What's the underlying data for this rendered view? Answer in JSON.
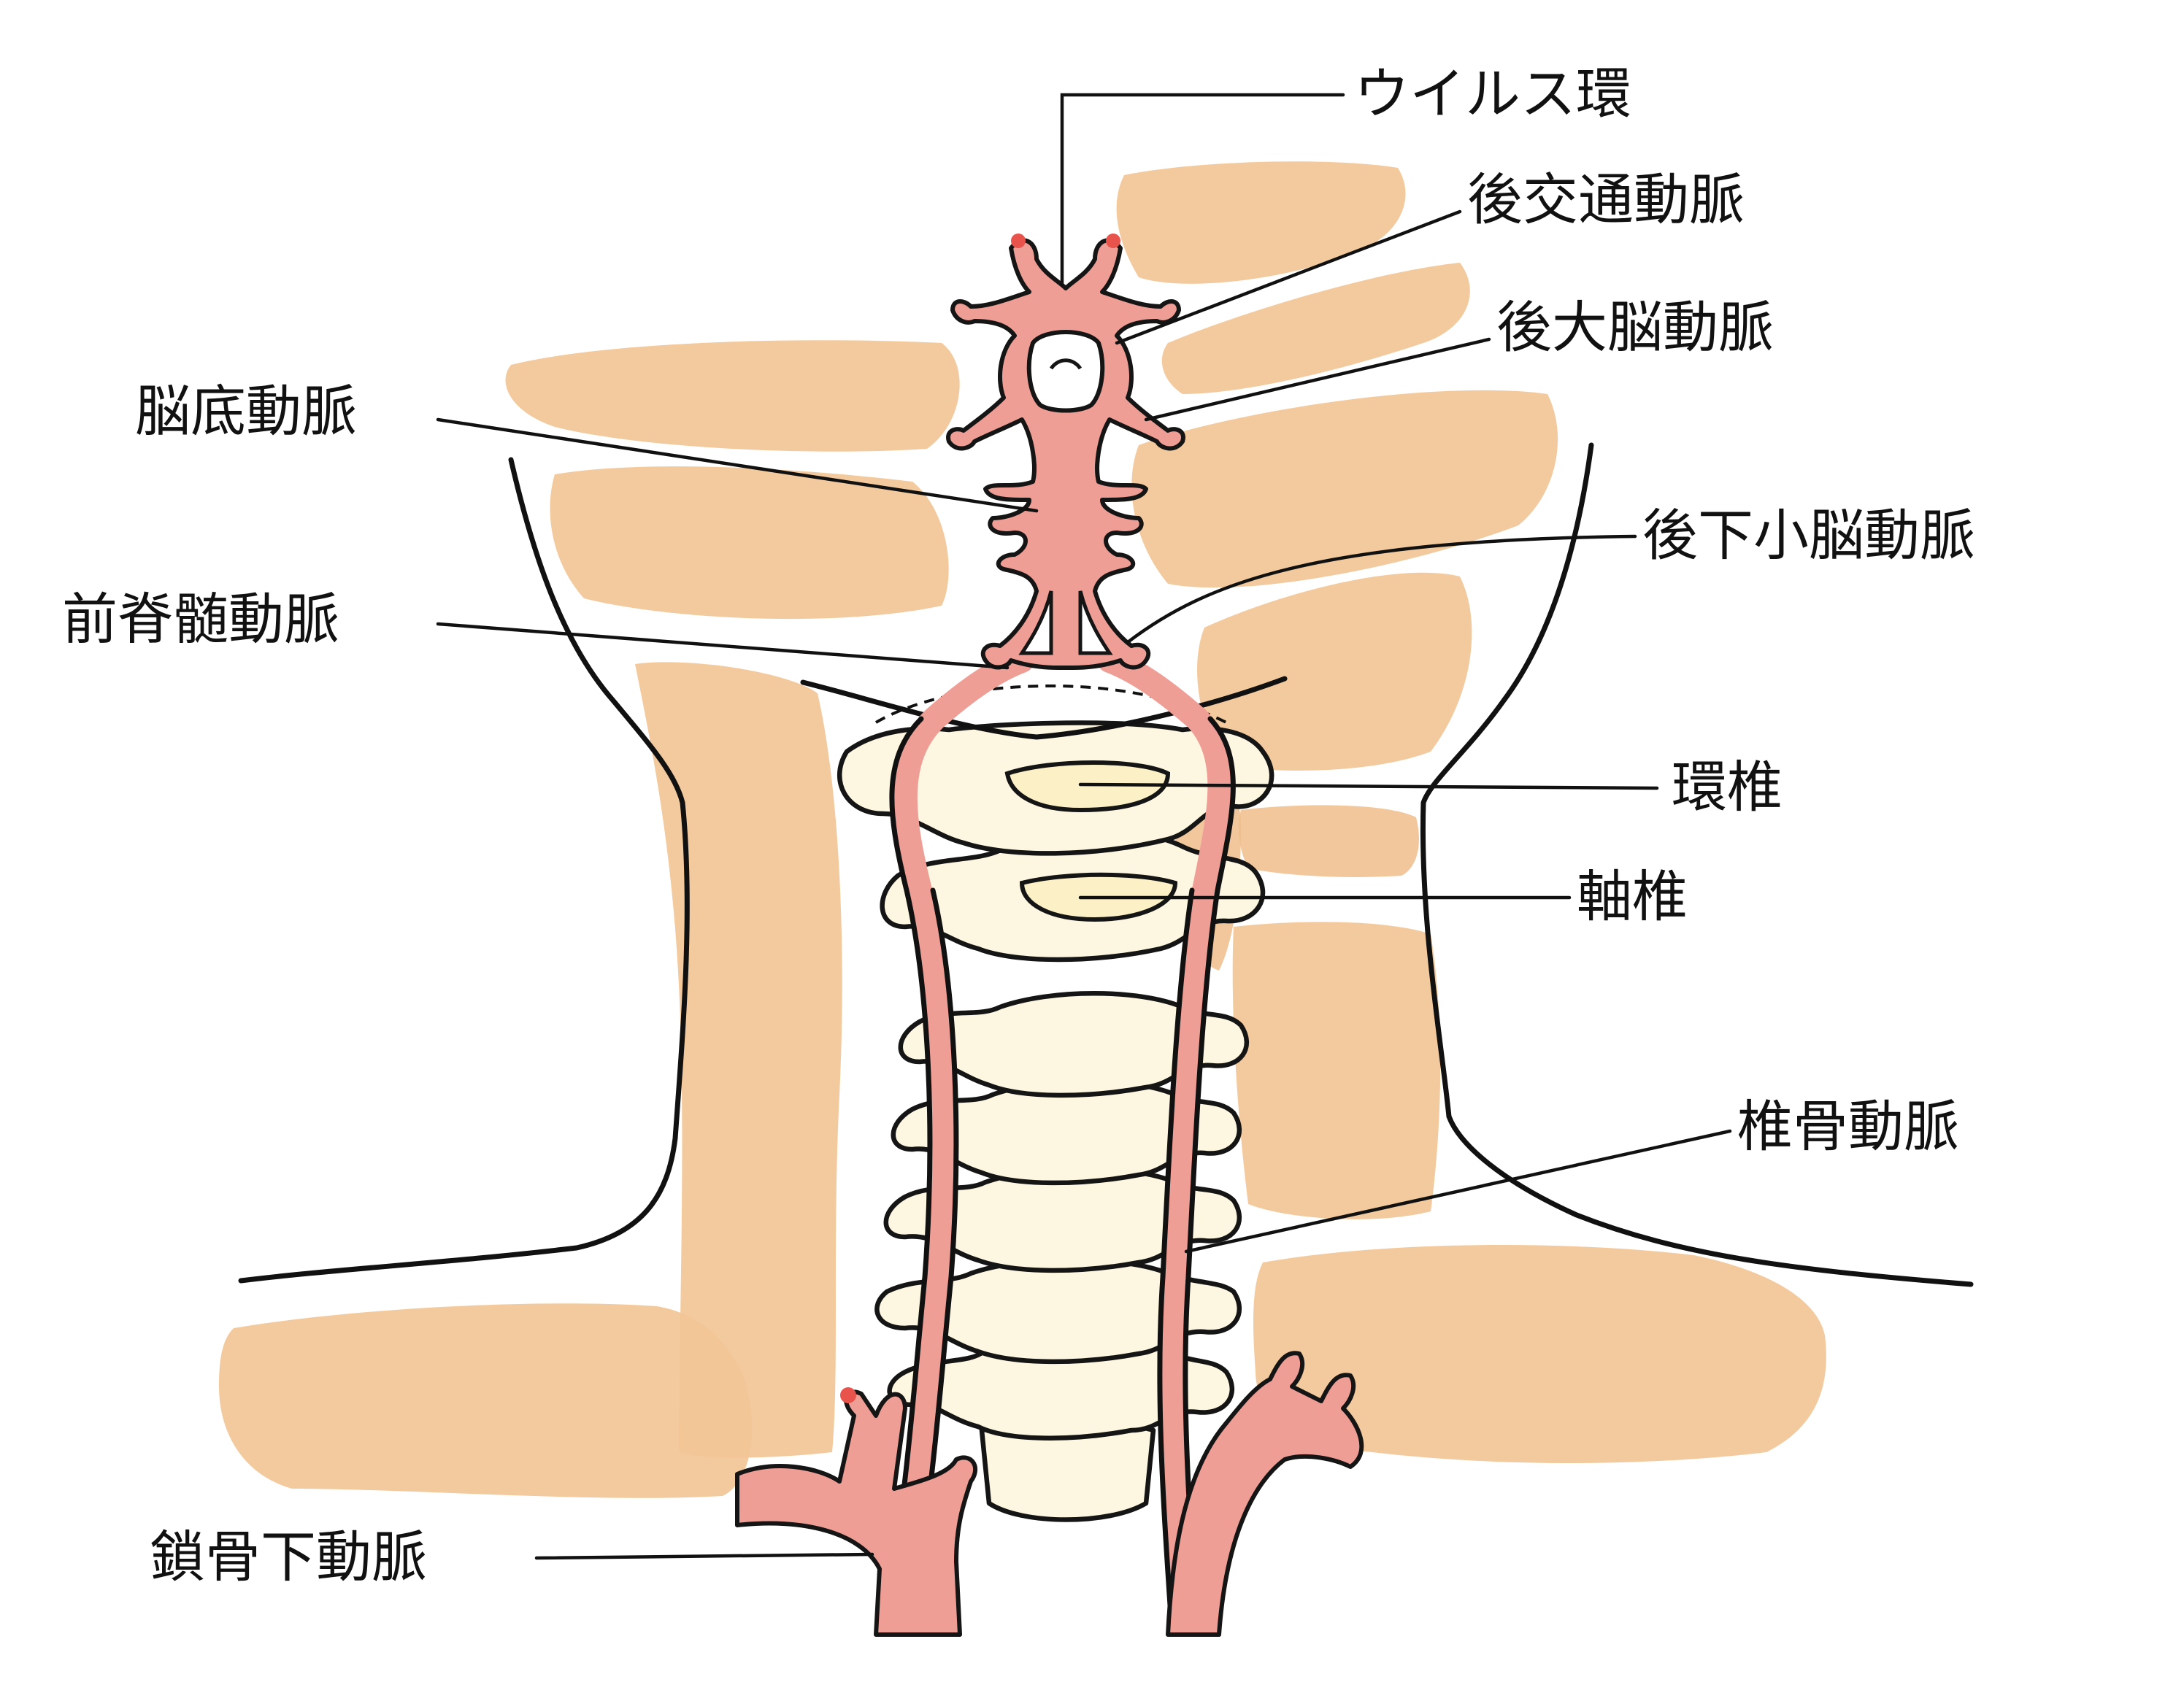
{
  "labels": {
    "willis": "ウイルス環",
    "pcomm": "後交通動脈",
    "pca": "後大脳動脈",
    "basilar": "脳底動脈",
    "pica": "後下小脳動脈",
    "asa": "前脊髄動脈",
    "atlas": "環椎",
    "axis": "軸椎",
    "vertebral": "椎骨動脈",
    "subclavian": "鎖骨下動脈"
  },
  "colors": {
    "muscle": "#f2c596",
    "artery": "#ef9e96",
    "bone": "#fdf7e1",
    "ink": "#111111"
  }
}
